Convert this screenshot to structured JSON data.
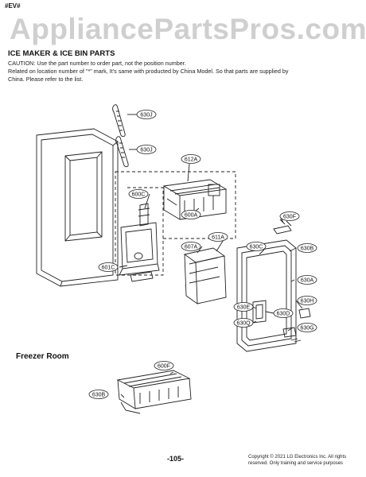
{
  "header": {
    "tag": "#EV#",
    "watermark": "AppliancePartsPros.com"
  },
  "section": {
    "title": "ICE MAKER & ICE BIN PARTS",
    "caution_lines": [
      "CAUTION: Use the part number to order part, not the position number.",
      "Related on location number of \"*\" mark, It's same with producted by China Model. So that parts are supplied by",
      "China. Please refer to the list."
    ]
  },
  "callouts": {
    "c630J_top": "630J",
    "c630J_mid": "630J",
    "c612A": "612A",
    "c600C": "600C",
    "c600A": "600A",
    "c630F": "630F",
    "c611A": "611A",
    "c607A": "607A",
    "c630C": "630C",
    "c630B_right": "630B",
    "c601C": "601C",
    "c630A": "630A",
    "c630H": "630H",
    "c630E": "630E",
    "c630D": "630D",
    "c630Q": "630Q",
    "c630G": "630G",
    "c600F": "600F",
    "c630B_bottom": "630B"
  },
  "subsection": {
    "title": "Freezer Room"
  },
  "footer": {
    "page_number": "-105-",
    "copyright_lines": [
      "Copyright © 2021 LG Electronics Inc. All rights",
      "reserved. Only training and service purposes"
    ]
  }
}
